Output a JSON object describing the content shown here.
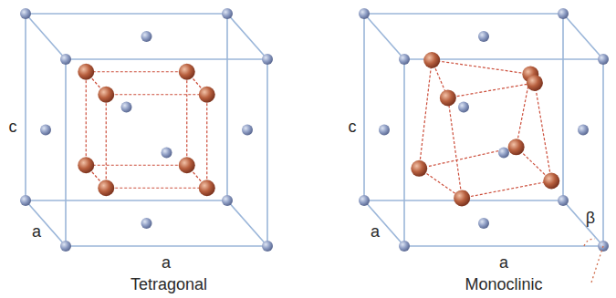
{
  "diagram": {
    "labels": [
      "c",
      "a",
      "a",
      "Tetragonal",
      "c",
      "a",
      "a",
      "β",
      "Monoclinic"
    ]
  }
}
